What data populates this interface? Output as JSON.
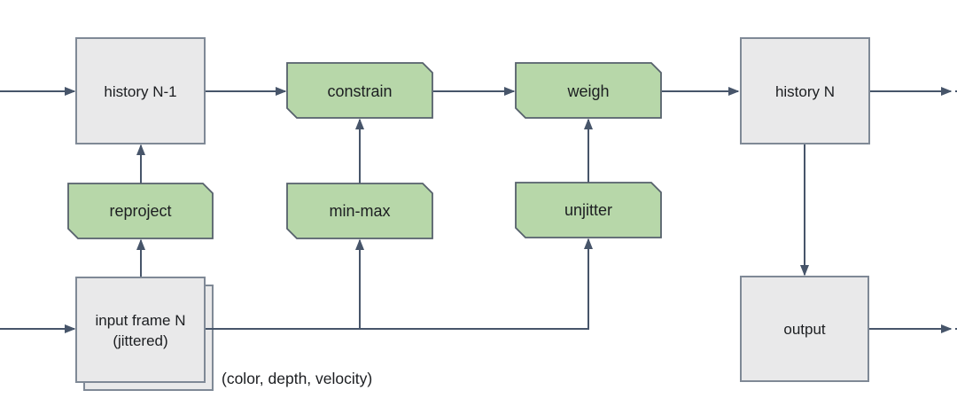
{
  "colors": {
    "canvas-bg": "#ffffff",
    "gray-fill": "#e9e9ea",
    "gray-border": "#7f8996",
    "green-fill": "#b7d7a9",
    "green-border": "#56606c",
    "arrow": "#47556a",
    "text": "#1c1e21"
  },
  "nodes": {
    "history_prev": {
      "label": "history N-1"
    },
    "constrain": {
      "label": "constrain"
    },
    "weigh": {
      "label": "weigh"
    },
    "history_n": {
      "label": "history N"
    },
    "reproject": {
      "label": "reproject"
    },
    "min_max": {
      "label": "min-max"
    },
    "unjitter": {
      "label": "unjitter"
    },
    "input_frame": {
      "label_line1": "input frame N",
      "label_line2": "(jittered)"
    },
    "output": {
      "label": "output"
    }
  },
  "annotation": {
    "text": "(color, depth, velocity)"
  }
}
